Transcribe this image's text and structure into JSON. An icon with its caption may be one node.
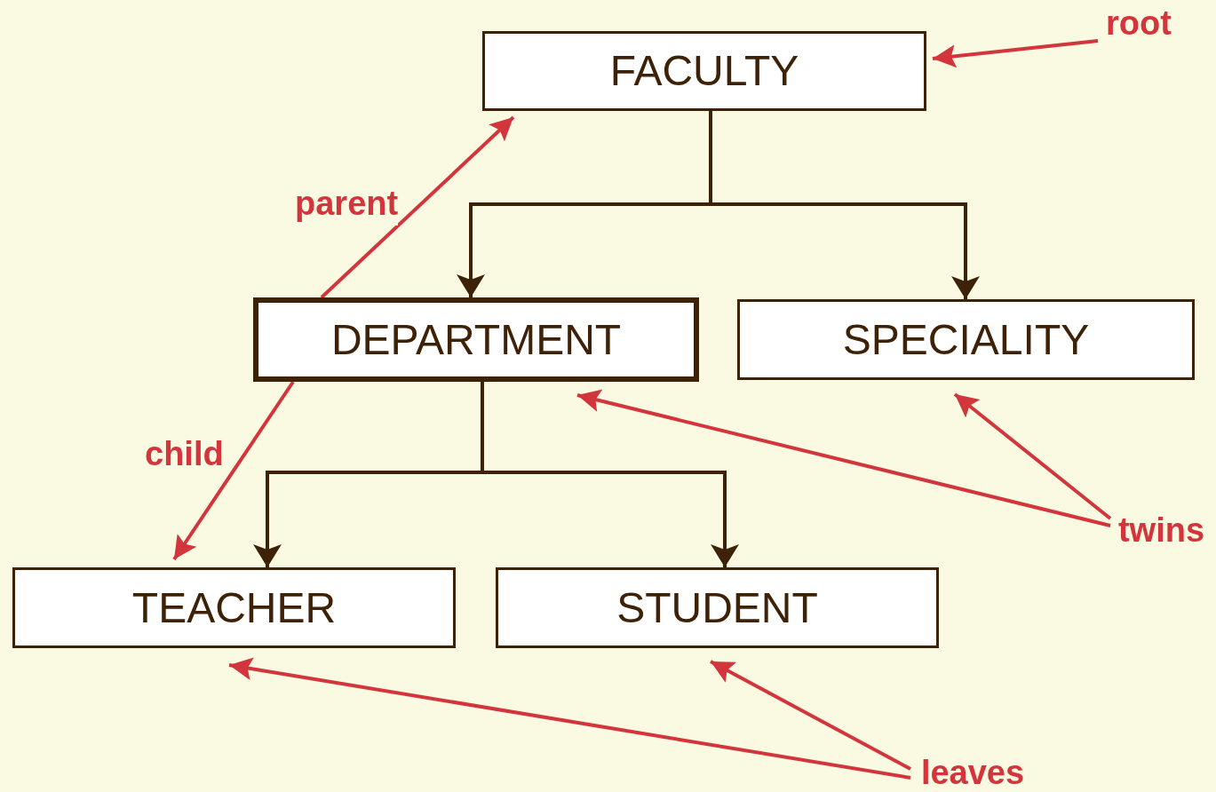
{
  "diagram": {
    "nodes": [
      {
        "text": [
          "FACULTY"
        ]
      },
      {
        "text": [
          "DEPARTMENT"
        ]
      },
      {
        "text": [
          "SPECIALITY"
        ]
      },
      {
        "text": [
          "TEACHER"
        ]
      },
      {
        "text": [
          "STUDENT"
        ]
      },
      {
        "text": [
          "root"
        ]
      },
      {
        "text": [
          "twins"
        ]
      },
      {
        "text": [
          "leaves"
        ]
      }
    ],
    "edges": [
      {
        "from": 0,
        "to": 1,
        "arrow": "to",
        "color": "#3d2208"
      },
      {
        "from": 0,
        "to": 2,
        "arrow": "to",
        "color": "#3d2208"
      },
      {
        "from": 1,
        "to": 3,
        "arrow": "to",
        "color": "#3d2208"
      },
      {
        "from": 1,
        "to": 4,
        "arrow": "to",
        "color": "#3d2208"
      },
      {
        "from": 5,
        "to": 0,
        "arrow": "to"
      },
      {
        "from": 1,
        "to": 0,
        "arrow": "to",
        "label": "parent"
      },
      {
        "from": 1,
        "to": 3,
        "arrow": "to",
        "label": "child"
      },
      {
        "from": 6,
        "to": 1,
        "arrow": "to"
      },
      {
        "from": 6,
        "to": 2,
        "arrow": "to"
      },
      {
        "from": 7,
        "to": 3,
        "arrow": "to"
      },
      {
        "from": 7,
        "to": 4,
        "arrow": "to"
      }
    ]
  }
}
